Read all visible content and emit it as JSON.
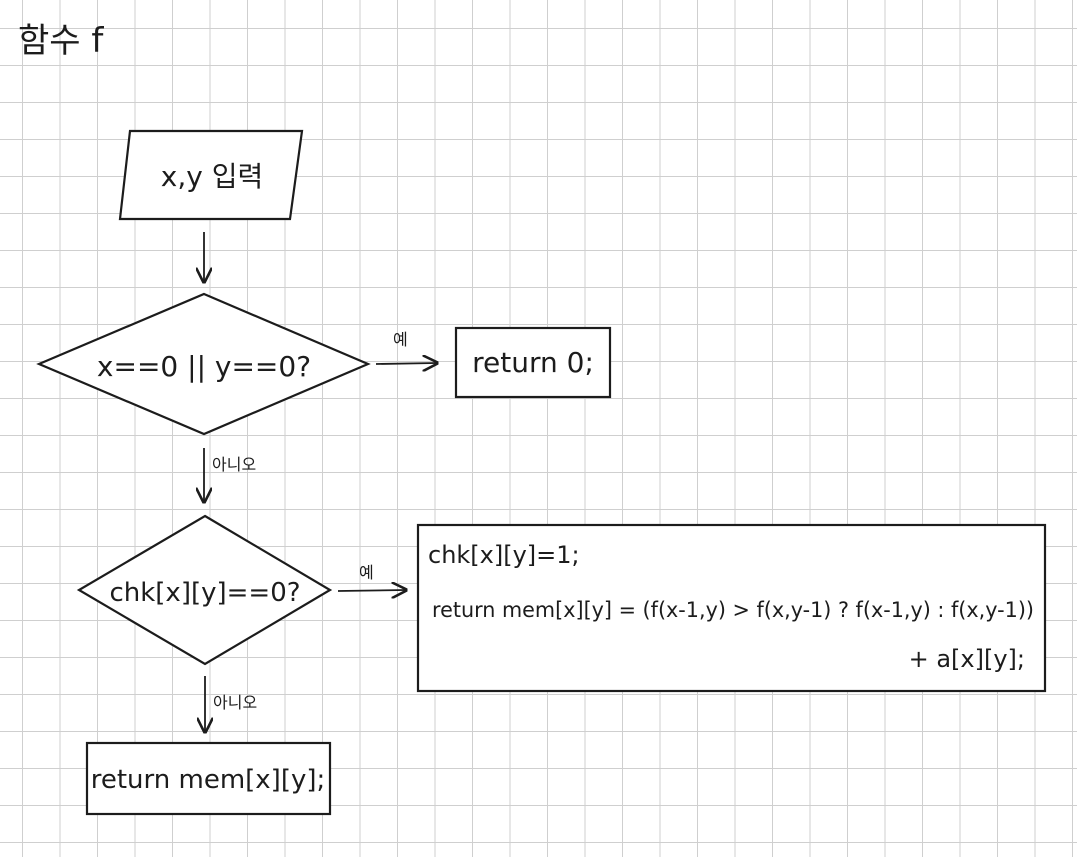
{
  "title": "함수 f",
  "nodes": {
    "input": "x,y 입력",
    "cond1": "x==0 || y==0?",
    "return_zero": "return 0;",
    "cond2": "chk[x][y]==0?",
    "process_line1": "chk[x][y]=1;",
    "process_line2": "return mem[x][y] = (f(x-1,y) > f(x,y-1) ? f(x-1,y) : f(x,y-1))",
    "process_line3": "+ a[x][y];",
    "return_mem": "return mem[x][y];"
  },
  "edges": {
    "cond1_yes": "예",
    "cond1_no": "아니오",
    "cond2_yes": "예",
    "cond2_no": "아니오"
  }
}
